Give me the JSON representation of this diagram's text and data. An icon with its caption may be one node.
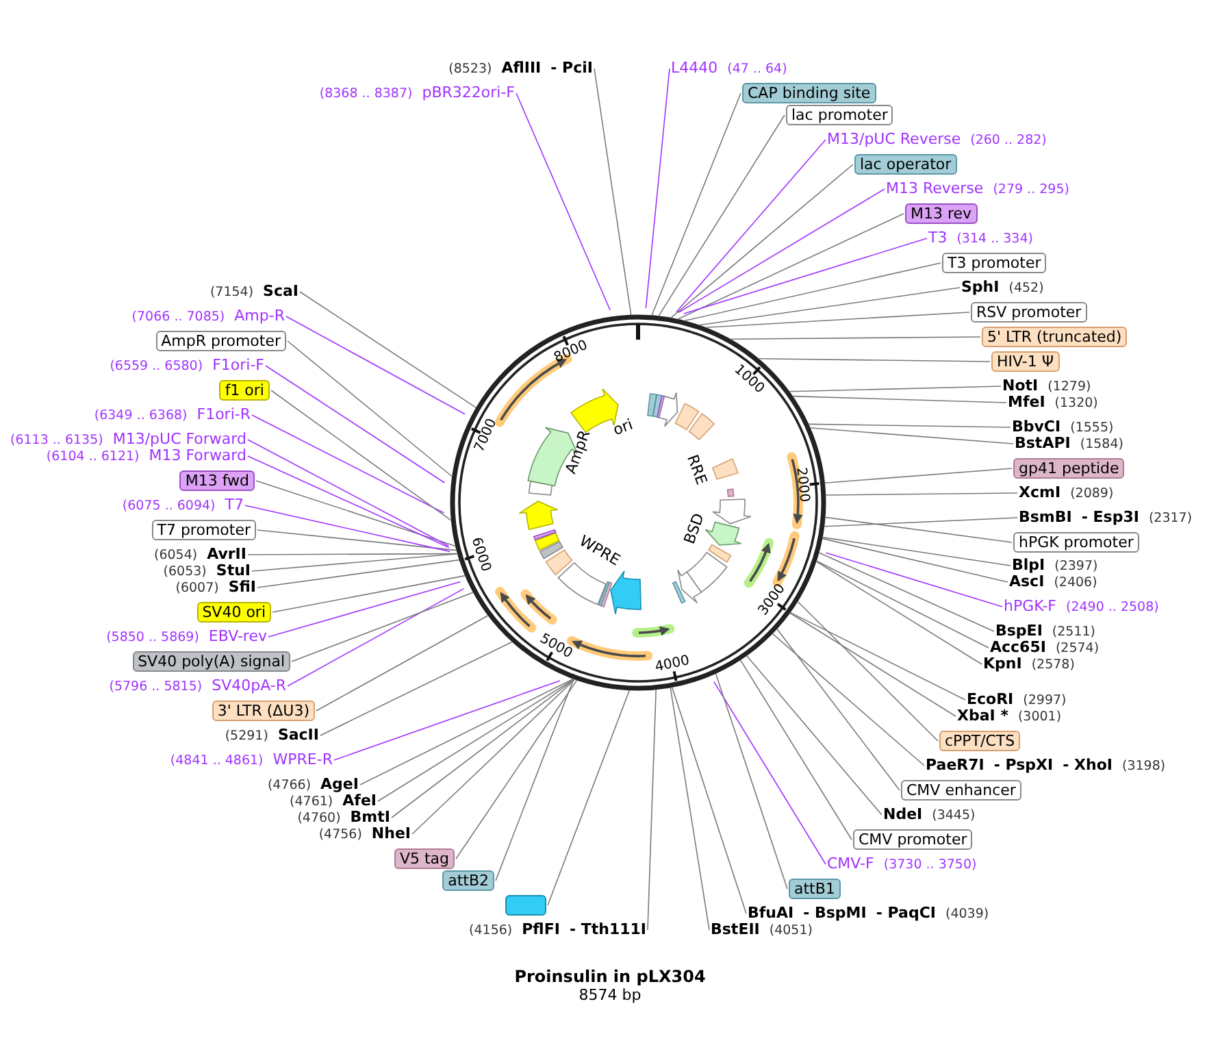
{
  "diagram": {
    "title": "Proinsulin in pLX304",
    "caption": "8574 bp",
    "nodes": [
      {
        "text": [
          "(8523)",
          "AflIII",
          "- PciI"
        ]
      },
      {
        "text": [
          "(8368 .. 8387)",
          "pBR322ori-F"
        ]
      },
      {
        "text": [
          "L4440",
          "(47 .. 64)"
        ]
      },
      {
        "text": [
          "CAP binding site"
        ]
      },
      {
        "text": [
          "lac promoter"
        ]
      },
      {
        "text": [
          "M13/pUC Reverse",
          "(260 .. 282)"
        ]
      },
      {
        "text": [
          "lac operator"
        ]
      },
      {
        "text": [
          "M13 Reverse",
          "(279 .. 295)"
        ]
      },
      {
        "text": [
          "M13 rev"
        ]
      },
      {
        "text": [
          "T3",
          "(314 .. 334)"
        ]
      },
      {
        "text": [
          "T3 promoter"
        ]
      },
      {
        "text": [
          "SphI",
          "(452)"
        ]
      },
      {
        "text": [
          "RSV promoter"
        ]
      },
      {
        "text": [
          "5' LTR (truncated)"
        ]
      },
      {
        "text": [
          "HIV-1 Ψ"
        ]
      },
      {
        "text": [
          "NotI",
          "(1279)"
        ]
      },
      {
        "text": [
          "MfeI",
          "(1320)"
        ]
      },
      {
        "text": [
          "BbvCI",
          "(1555)"
        ]
      },
      {
        "text": [
          "BstAPI",
          "(1584)"
        ]
      },
      {
        "text": [
          "gp41 peptide"
        ]
      },
      {
        "text": [
          "XcmI",
          "(2089)"
        ]
      },
      {
        "text": [
          "BsmBI",
          "- Esp3I",
          "(2317)"
        ]
      },
      {
        "text": [
          "hPGK promoter"
        ]
      },
      {
        "text": [
          "BlpI",
          "(2397)"
        ]
      },
      {
        "text": [
          "AscI",
          "(2406)"
        ]
      },
      {
        "text": [
          "hPGK-F",
          "(2490 .. 2508)"
        ]
      },
      {
        "text": [
          "BspEI",
          "(2511)"
        ]
      },
      {
        "text": [
          "Acc65I",
          "(2574)"
        ]
      },
      {
        "text": [
          "KpnI",
          "(2578)"
        ]
      },
      {
        "text": [
          "EcoRI",
          "(2997)"
        ]
      },
      {
        "text": [
          "XbaI *",
          "(3001)"
        ]
      },
      {
        "text": [
          "cPPT/CTS"
        ]
      },
      {
        "text": [
          "PaeR7I",
          "- PspXI",
          "- XhoI",
          "(3198)"
        ]
      },
      {
        "text": [
          "CMV enhancer"
        ]
      },
      {
        "text": [
          "NdeI",
          "(3445)"
        ]
      },
      {
        "text": [
          "CMV promoter"
        ]
      },
      {
        "text": [
          "CMV-F",
          "(3730 .. 3750)"
        ]
      },
      {
        "text": [
          "attB1"
        ]
      },
      {
        "text": [
          "BfuAI",
          "- BspMI",
          "- PaqCI",
          "(4039)"
        ]
      },
      {
        "text": [
          "BstEII",
          "(4051)"
        ]
      },
      {
        "text": [
          "(4156)",
          "PflFI",
          "- Tth111I"
        ]
      },
      {
        "text": [],
        "shape": "box"
      },
      {
        "text": [
          "attB2"
        ]
      },
      {
        "text": [
          "V5 tag"
        ]
      },
      {
        "text": [
          "(4756)",
          "NheI"
        ]
      },
      {
        "text": [
          "(4760)",
          "BmtI"
        ]
      },
      {
        "text": [
          "(4761)",
          "AfeI"
        ]
      },
      {
        "text": [
          "(4766)",
          "AgeI"
        ]
      },
      {
        "text": [
          "(4841 .. 4861)",
          "WPRE-R"
        ]
      },
      {
        "text": [
          "(5291)",
          "SacII"
        ]
      },
      {
        "text": [
          "3' LTR (ΔU3)"
        ]
      },
      {
        "text": [
          "(5796 .. 5815)",
          "SV40pA-R"
        ]
      },
      {
        "text": [
          "SV40 poly(A) signal"
        ]
      },
      {
        "text": [
          "(5850 .. 5869)",
          "EBV-rev"
        ]
      },
      {
        "text": [
          "SV40 ori"
        ]
      },
      {
        "text": [
          "(6007)",
          "SfiI"
        ]
      },
      {
        "text": [
          "(6053)",
          "StuI"
        ]
      },
      {
        "text": [
          "(6054)",
          "AvrII"
        ]
      },
      {
        "text": [
          "T7 promoter"
        ]
      },
      {
        "text": [
          "(6075 .. 6094)",
          "T7"
        ]
      },
      {
        "text": [
          "M13 fwd"
        ]
      },
      {
        "text": [
          "(6104 .. 6121)",
          "M13 Forward"
        ]
      },
      {
        "text": [
          "(6113 .. 6135)",
          "M13/pUC Forward"
        ]
      },
      {
        "text": [
          "(6349 .. 6368)",
          "F1ori-R"
        ]
      },
      {
        "text": [
          "f1 ori"
        ]
      },
      {
        "text": [
          "(6559 .. 6580)",
          "F1ori-F"
        ]
      },
      {
        "text": [
          "AmpR promoter"
        ]
      },
      {
        "text": [
          "(7066 .. 7085)",
          "Amp-R"
        ]
      },
      {
        "text": [
          "(7154)",
          "ScaI"
        ]
      },
      {
        "text": [],
        "shape": "circle"
      }
    ],
    "edges": [
      {
        "from": 0,
        "to": 69,
        "arrow": "none"
      },
      {
        "from": 1,
        "to": 69,
        "arrow": "none",
        "color": "#a033ff"
      },
      {
        "from": 2,
        "to": 69,
        "arrow": "none",
        "color": "#a033ff"
      },
      {
        "from": 3,
        "to": 69,
        "arrow": "none"
      },
      {
        "from": 4,
        "to": 69,
        "arrow": "none"
      },
      {
        "from": 5,
        "to": 69,
        "arrow": "none",
        "color": "#a033ff"
      },
      {
        "from": 6,
        "to": 69,
        "arrow": "none"
      },
      {
        "from": 7,
        "to": 69,
        "arrow": "none",
        "color": "#a033ff"
      },
      {
        "from": 8,
        "to": 69,
        "arrow": "none"
      },
      {
        "from": 9,
        "to": 69,
        "arrow": "none",
        "color": "#a033ff"
      },
      {
        "from": 10,
        "to": 69,
        "arrow": "none"
      },
      {
        "from": 11,
        "to": 69,
        "arrow": "none"
      },
      {
        "from": 12,
        "to": 69,
        "arrow": "none"
      },
      {
        "from": 13,
        "to": 69,
        "arrow": "none"
      },
      {
        "from": 14,
        "to": 69,
        "arrow": "none"
      },
      {
        "from": 15,
        "to": 69,
        "arrow": "none"
      },
      {
        "from": 16,
        "to": 69,
        "arrow": "none"
      },
      {
        "from": 17,
        "to": 69,
        "arrow": "none"
      },
      {
        "from": 18,
        "to": 69,
        "arrow": "none"
      },
      {
        "from": 19,
        "to": 69,
        "arrow": "none"
      },
      {
        "from": 20,
        "to": 69,
        "arrow": "none"
      },
      {
        "from": 21,
        "to": 69,
        "arrow": "none"
      },
      {
        "from": 22,
        "to": 69,
        "arrow": "none"
      },
      {
        "from": 23,
        "to": 69,
        "arrow": "none"
      },
      {
        "from": 24,
        "to": 69,
        "arrow": "none"
      },
      {
        "from": 25,
        "to": 69,
        "arrow": "none",
        "color": "#a033ff"
      },
      {
        "from": 26,
        "to": 69,
        "arrow": "none"
      },
      {
        "from": 27,
        "to": 69,
        "arrow": "none"
      },
      {
        "from": 28,
        "to": 69,
        "arrow": "none"
      },
      {
        "from": 29,
        "to": 69,
        "arrow": "none"
      },
      {
        "from": 30,
        "to": 69,
        "arrow": "none"
      },
      {
        "from": 31,
        "to": 69,
        "arrow": "none"
      },
      {
        "from": 32,
        "to": 69,
        "arrow": "none"
      },
      {
        "from": 33,
        "to": 69,
        "arrow": "none"
      },
      {
        "from": 34,
        "to": 69,
        "arrow": "none"
      },
      {
        "from": 35,
        "to": 69,
        "arrow": "none"
      },
      {
        "from": 36,
        "to": 69,
        "arrow": "none",
        "color": "#a033ff"
      },
      {
        "from": 37,
        "to": 69,
        "arrow": "none"
      },
      {
        "from": 38,
        "to": 69,
        "arrow": "none"
      },
      {
        "from": 39,
        "to": 69,
        "arrow": "none"
      },
      {
        "from": 40,
        "to": 69,
        "arrow": "none"
      },
      {
        "from": 41,
        "to": 69,
        "arrow": "none"
      },
      {
        "from": 42,
        "to": 69,
        "arrow": "none"
      },
      {
        "from": 43,
        "to": 69,
        "arrow": "none"
      },
      {
        "from": 44,
        "to": 69,
        "arrow": "none"
      },
      {
        "from": 45,
        "to": 69,
        "arrow": "none"
      },
      {
        "from": 46,
        "to": 69,
        "arrow": "none"
      },
      {
        "from": 47,
        "to": 69,
        "arrow": "none"
      },
      {
        "from": 48,
        "to": 69,
        "arrow": "none",
        "color": "#a033ff"
      },
      {
        "from": 49,
        "to": 69,
        "arrow": "none"
      },
      {
        "from": 50,
        "to": 69,
        "arrow": "none"
      },
      {
        "from": 51,
        "to": 69,
        "arrow": "none",
        "color": "#a033ff"
      },
      {
        "from": 52,
        "to": 69,
        "arrow": "none"
      },
      {
        "from": 53,
        "to": 69,
        "arrow": "none",
        "color": "#a033ff"
      },
      {
        "from": 54,
        "to": 69,
        "arrow": "none"
      },
      {
        "from": 55,
        "to": 69,
        "arrow": "none"
      },
      {
        "from": 56,
        "to": 69,
        "arrow": "none"
      },
      {
        "from": 57,
        "to": 69,
        "arrow": "none"
      },
      {
        "from": 58,
        "to": 69,
        "arrow": "none"
      },
      {
        "from": 59,
        "to": 69,
        "arrow": "none",
        "color": "#a033ff"
      },
      {
        "from": 60,
        "to": 69,
        "arrow": "none"
      },
      {
        "from": 61,
        "to": 69,
        "arrow": "none",
        "color": "#a033ff"
      },
      {
        "from": 62,
        "to": 69,
        "arrow": "none",
        "color": "#a033ff"
      },
      {
        "from": 63,
        "to": 69,
        "arrow": "none",
        "color": "#a033ff"
      },
      {
        "from": 64,
        "to": 69,
        "arrow": "none"
      },
      {
        "from": 65,
        "to": 69,
        "arrow": "none",
        "color": "#a033ff"
      },
      {
        "from": 66,
        "to": 69,
        "arrow": "none"
      },
      {
        "from": 67,
        "to": 69,
        "arrow": "none",
        "color": "#a033ff"
      },
      {
        "from": 68,
        "to": 69,
        "arrow": "none"
      }
    ],
    "labels": [
      "1000",
      "2000",
      "3000",
      "4000",
      "5000",
      "6000",
      "7000",
      "8000",
      "ori",
      "AmpR",
      "RRE",
      "BSD",
      "WPRE"
    ]
  }
}
